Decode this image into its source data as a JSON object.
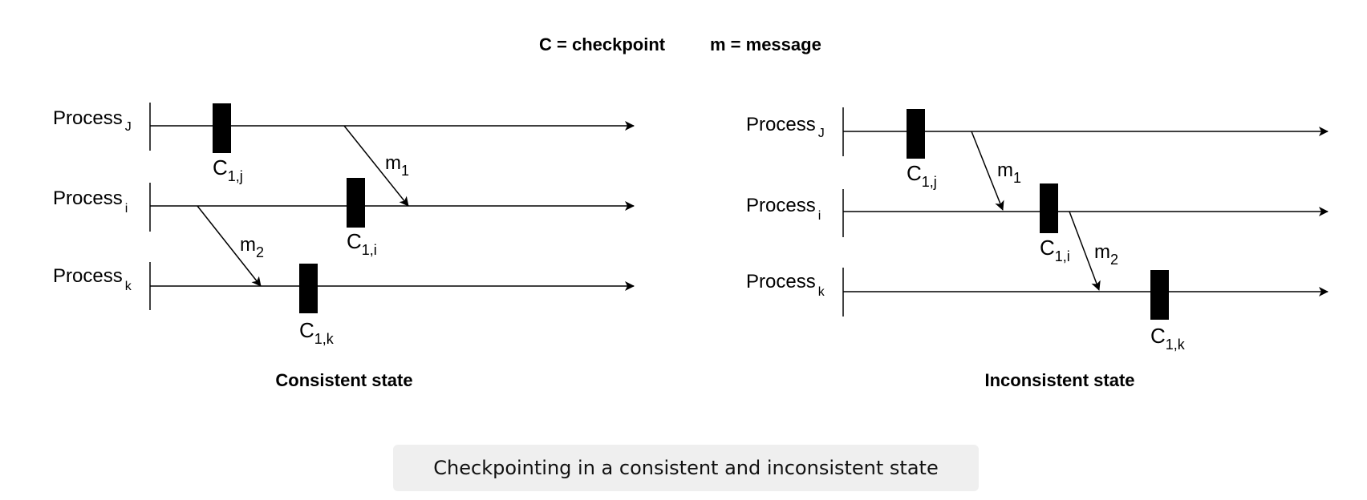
{
  "legend": {
    "checkpoint": "C = checkpoint",
    "message": "m = message"
  },
  "consistent": {
    "title": "Consistent state",
    "processes": [
      {
        "name": "Process",
        "subscript": "J"
      },
      {
        "name": "Process",
        "subscript": "i"
      },
      {
        "name": "Process",
        "subscript": "k"
      }
    ],
    "checkpoints": [
      {
        "letter": "C",
        "subscript": "1,j"
      },
      {
        "letter": "C",
        "subscript": "1,i"
      },
      {
        "letter": "C",
        "subscript": "1,k"
      }
    ],
    "messages": [
      {
        "letter": "m",
        "subscript": "1"
      },
      {
        "letter": "m",
        "subscript": "2"
      }
    ]
  },
  "inconsistent": {
    "title": "Inconsistent state",
    "processes": [
      {
        "name": "Process",
        "subscript": "J"
      },
      {
        "name": "Process",
        "subscript": "i"
      },
      {
        "name": "Process",
        "subscript": "k"
      }
    ],
    "checkpoints": [
      {
        "letter": "C",
        "subscript": "1,j"
      },
      {
        "letter": "C",
        "subscript": "1,i"
      },
      {
        "letter": "C",
        "subscript": "1,k"
      }
    ],
    "messages": [
      {
        "letter": "m",
        "subscript": "1"
      },
      {
        "letter": "m",
        "subscript": "2"
      }
    ]
  },
  "caption": "Checkpointing in a consistent and inconsistent state"
}
